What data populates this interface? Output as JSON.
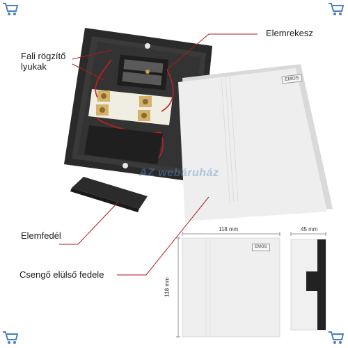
{
  "labels": {
    "battery_compartment": "Elemrekesz",
    "wall_holes_line1": "Fali rögzítő",
    "wall_holes_line2": "lyukak",
    "battery_cover": "Elemfedél",
    "front_cover": "Csengő elülső fedele"
  },
  "dimensions": {
    "width": "118 mm",
    "height": "118 mm",
    "depth": "45 mm"
  },
  "brand": "EMOS",
  "watermark": "AZ webáruház",
  "colors": {
    "leader_line": "#b11a1a",
    "housing_dark": "#2b2b2b",
    "cover_light": "#ededed",
    "watermark": "#5a8cc8"
  },
  "icons": [
    "cart-icon"
  ]
}
